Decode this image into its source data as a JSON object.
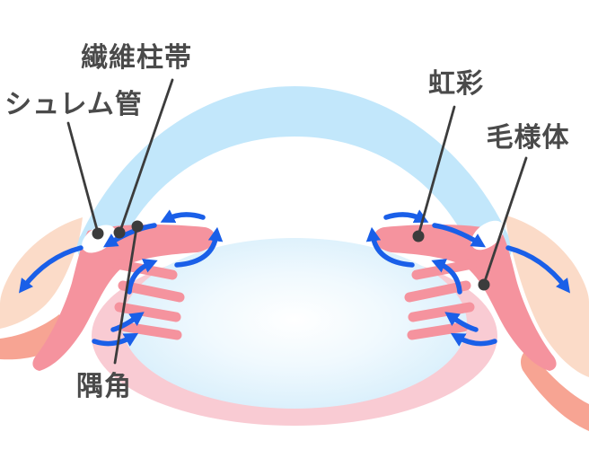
{
  "figure": {
    "type": "medical-illustration",
    "subject": "eye-anterior-segment-aqueous-humor-flow",
    "labels": {
      "trabecular_meshwork": "繊維柱帯",
      "schlemm_canal": "シュレム管",
      "iris": "虹彩",
      "ciliary_body": "毛様体",
      "angle": "隅角"
    },
    "arrow_count": 14,
    "colors": {
      "background": "#FFFFFF",
      "cornea": "#C2E7FB",
      "sclera": "#FBDBC8",
      "sclera_shadow": "#F7A493",
      "iris": "#F5939E",
      "ciliary_light": "#F9CBD3",
      "lens_core": "#FFFFFF",
      "lens_mid": "#F0F9FE",
      "lens_edge": "#D4EDFB",
      "schlemm_white": "#FFFFFF",
      "arrow": "#1A5FE8",
      "leader": "#3C3C3C",
      "label_text": "#4A4A4A"
    }
  }
}
